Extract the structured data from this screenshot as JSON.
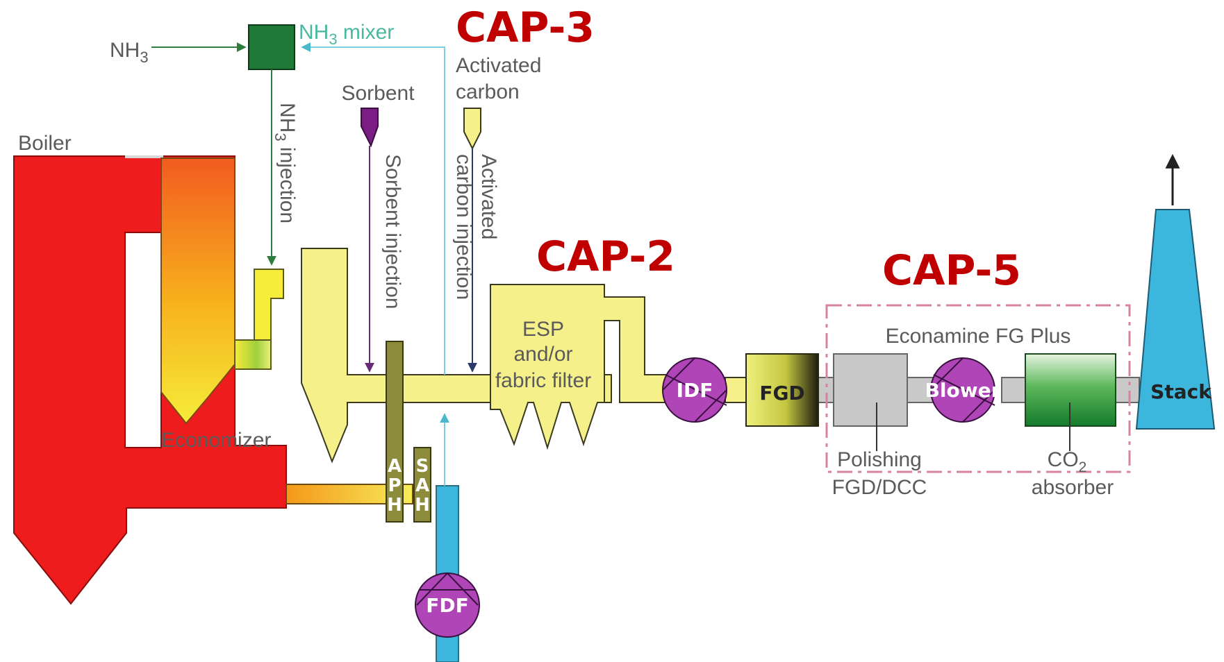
{
  "colors": {
    "boiler": "#ee1c1c",
    "duct": "#f6f08a",
    "fan": "#b045b8",
    "stack": "#3cb6dc",
    "air_line": "#7ccfe0",
    "cap_label": "#c00000",
    "mixer": "#1f7a38",
    "sorbent": "#7a1e86",
    "aph": "#7a7a2a",
    "enclosure": "#d5849c"
  },
  "labels": {
    "nh3": "NH",
    "nh3_sub": "3",
    "nh3_mixer": "NH",
    "nh3_mixer_sub": "3",
    "nh3_mixer_tail": " mixer",
    "nh3_injection": "NH",
    "nh3_injection_sub": "3",
    "nh3_injection_tail": " injection",
    "sorbent": "Sorbent",
    "activated_carbon_1": "Activated",
    "activated_carbon_2": "carbon",
    "sorbent_injection": "Sorbent injection",
    "ac_injection_1": "Activated",
    "ac_injection_2": "carbon injection",
    "boiler": "Boiler",
    "economizer": "Economizer",
    "esp_1": "ESP",
    "esp_2": "and/or",
    "esp_3": "fabric filter",
    "aph": [
      "A",
      "P",
      "H"
    ],
    "sah": [
      "S",
      "A",
      "H"
    ],
    "fdf": "FDF",
    "idf": "IDF",
    "fgd": "FGD",
    "blower": "Blower",
    "stack": "Stack",
    "econamine": "Econamine FG Plus",
    "polishing_1": "Polishing",
    "polishing_2": "FGD/DCC",
    "co2_1": "CO",
    "co2_sub": "2",
    "co2_2": "absorber"
  },
  "caps": {
    "cap3": "CAP-3",
    "cap2": "CAP-2",
    "cap5": "CAP-5"
  }
}
